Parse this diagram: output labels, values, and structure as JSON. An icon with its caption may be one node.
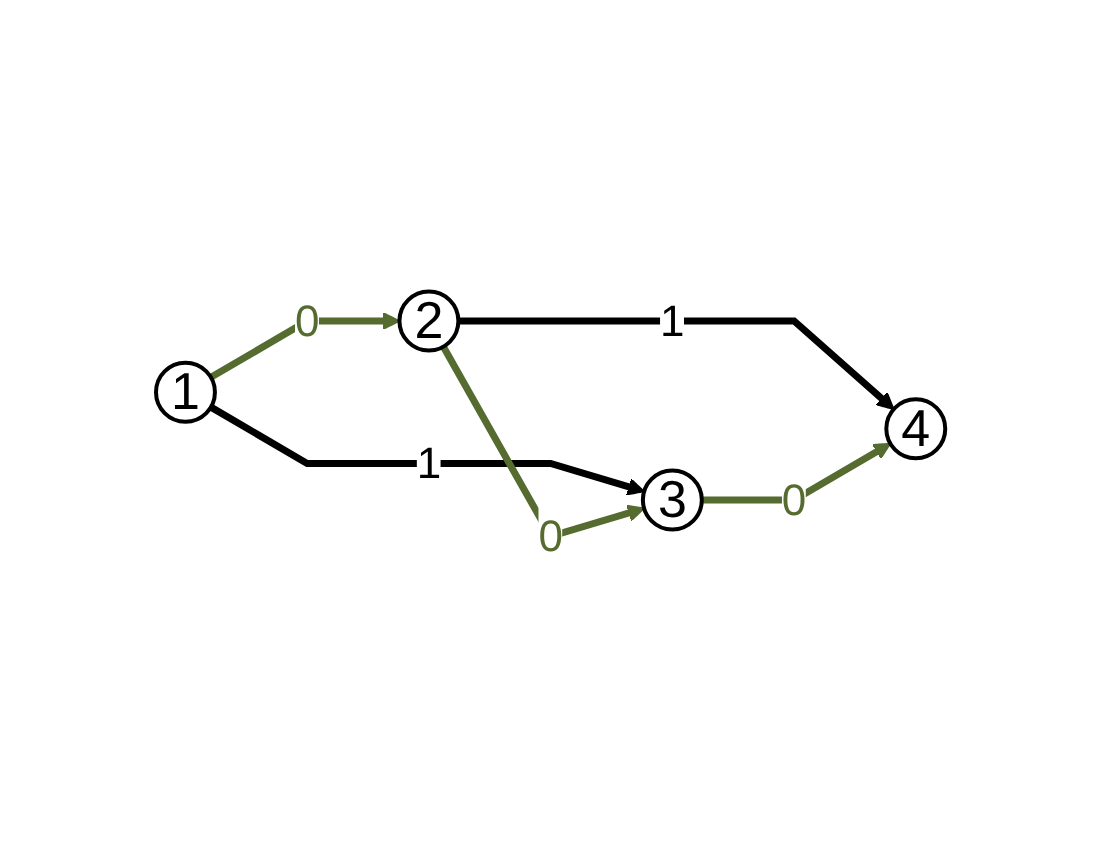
{
  "diagram": {
    "nodes": [
      {
        "text": [
          "1"
        ]
      },
      {
        "text": [
          "2"
        ]
      },
      {
        "text": [
          "3"
        ]
      },
      {
        "text": [
          "4"
        ]
      }
    ],
    "edges": [
      {
        "from": 0,
        "to": 1,
        "arrow": "to",
        "label": "0"
      },
      {
        "from": 0,
        "to": 2,
        "arrow": "to",
        "label": "1",
        "color": "#000000"
      },
      {
        "from": 1,
        "to": 2,
        "arrow": "to",
        "label": "0"
      },
      {
        "from": 1,
        "to": 3,
        "arrow": "to",
        "label": "1",
        "color": "#000000"
      },
      {
        "from": 2,
        "to": 3,
        "arrow": "to",
        "label": "0"
      }
    ]
  }
}
